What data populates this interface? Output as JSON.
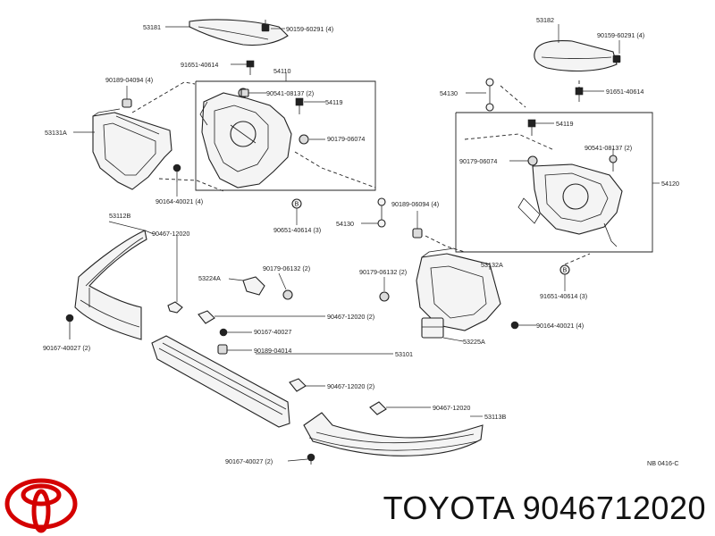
{
  "diagram": {
    "ref_code": "NB  0416-C",
    "labels": {
      "p53181": "53181",
      "p90159_left": "90159-60291 (4)",
      "p53182": "53182",
      "p90159_right": "90159-60291 (4)",
      "p91651_a": "91651-40614",
      "p54110": "54110",
      "p90189_a": "90189-04094 (4)",
      "p90541_a": "90541-08137 (2)",
      "p54119_a": "54119",
      "p54130_a": "54130",
      "p91651_b": "91651-40614",
      "p53131a": "53131A",
      "p90179_a": "90179-06074",
      "p54119_b": "54119",
      "p90541_b": "90541-08137 (2)",
      "p90179_b": "90179-06074",
      "p54120": "54120",
      "p90164_a": "90164-40021 (4)",
      "p53112b": "53112B",
      "p90467_a": "90467-12020",
      "p90651": "90651-40614 (3)",
      "p54130_b": "54130",
      "p90189_b": "90189-06094 (4)",
      "p53224a": "53224A",
      "p90179_c": "90179-06132 (2)",
      "p90179_d": "90179-06132 (2)",
      "p53132a": "53132A",
      "p91651_c": "91651-40614 (3)",
      "p90167_a": "90167-40027",
      "p90467_b": "90467-12020 (2)",
      "p90164_b": "90164-40021 (4)",
      "p90167_b": "90167-40027 (2)",
      "p53225a": "53225A",
      "p90189_c": "90189-04014",
      "p53101": "53101",
      "p90467_c": "90467-12020 (2)",
      "p90467_d": "90467-12020",
      "p53113b": "53113B",
      "p90167_c": "90167-40027 (2)"
    }
  },
  "footer": {
    "brand_part": "TOYOTA 9046712020"
  },
  "logo": {
    "name": "toyota-logo",
    "color": "#d40000"
  }
}
